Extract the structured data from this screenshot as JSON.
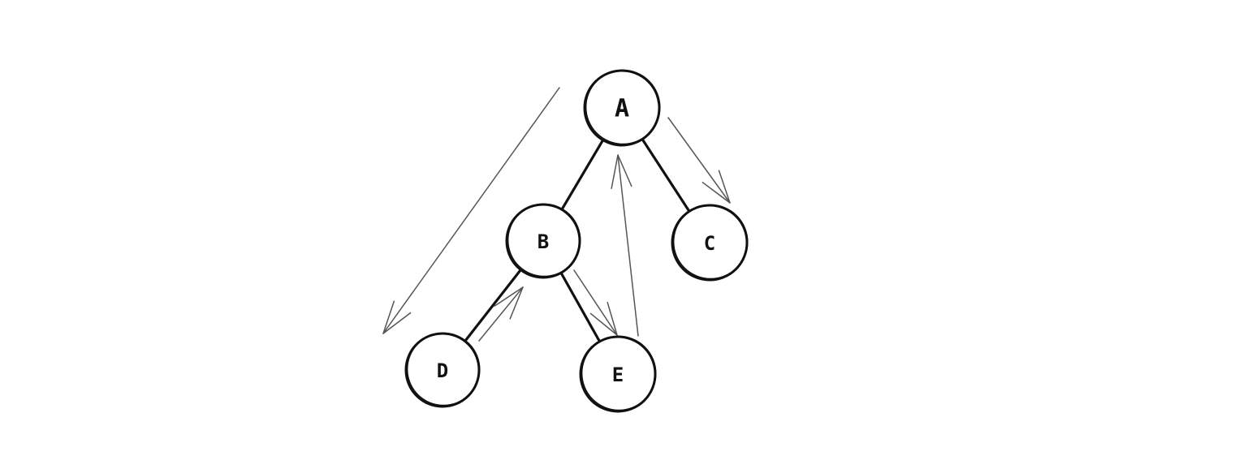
{
  "diagram": {
    "type": "binary-tree-traversal",
    "nodes": [
      {
        "id": "A",
        "label": "A"
      },
      {
        "id": "B",
        "label": "B"
      },
      {
        "id": "C",
        "label": "C"
      },
      {
        "id": "D",
        "label": "D"
      },
      {
        "id": "E",
        "label": "E"
      }
    ],
    "edges": [
      {
        "from": "A",
        "to": "B"
      },
      {
        "from": "A",
        "to": "C"
      },
      {
        "from": "B",
        "to": "D"
      },
      {
        "from": "B",
        "to": "E"
      }
    ],
    "traversal_arrows": [
      {
        "from": "A",
        "to": "D"
      },
      {
        "from": "D",
        "to": "B"
      },
      {
        "from": "B",
        "to": "E"
      },
      {
        "from": "E",
        "to": "A"
      },
      {
        "from": "A",
        "to": "C"
      }
    ],
    "colors": {
      "background": "#ffffff",
      "ink": "#111111",
      "arrow": "#555555"
    }
  }
}
